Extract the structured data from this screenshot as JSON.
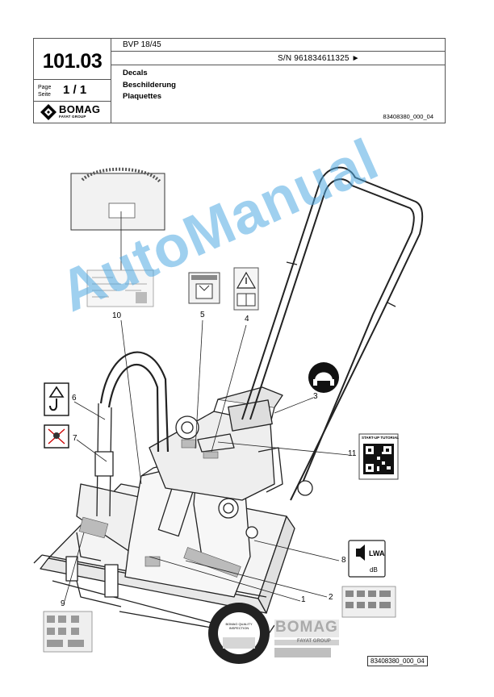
{
  "header": {
    "model": "BVP 18/45",
    "serial": "S/N 961834611325 ►",
    "page_number": "101.03",
    "page_label": "Page\nSeite",
    "page_value": "1 / 1",
    "logo_text": "BOMAG",
    "logo_sub": "FAYAT GROUP",
    "title_en": "Decals",
    "title_de": "Beschilderung",
    "title_fr": "Plaquettes",
    "doc_ref": "83408380_000_04"
  },
  "callouts": {
    "c1": "1",
    "c2": "2",
    "c3": "3",
    "c4": "4",
    "c5": "5",
    "c6": "6",
    "c7": "7",
    "c8": "8",
    "c9": "9",
    "c10": "10",
    "c11": "11"
  },
  "decals": {
    "qr_title": "START-UP TUTORIAL",
    "seal_text": "BOMAG QUALITY INSPECTION",
    "lwa": "LWA",
    "db": "dB",
    "bomag_big": "BOMAG",
    "fayat_big": "FAYAT GROUP"
  },
  "footer": {
    "ref": "83408380_000_04"
  },
  "watermark": "AutoManual"
}
